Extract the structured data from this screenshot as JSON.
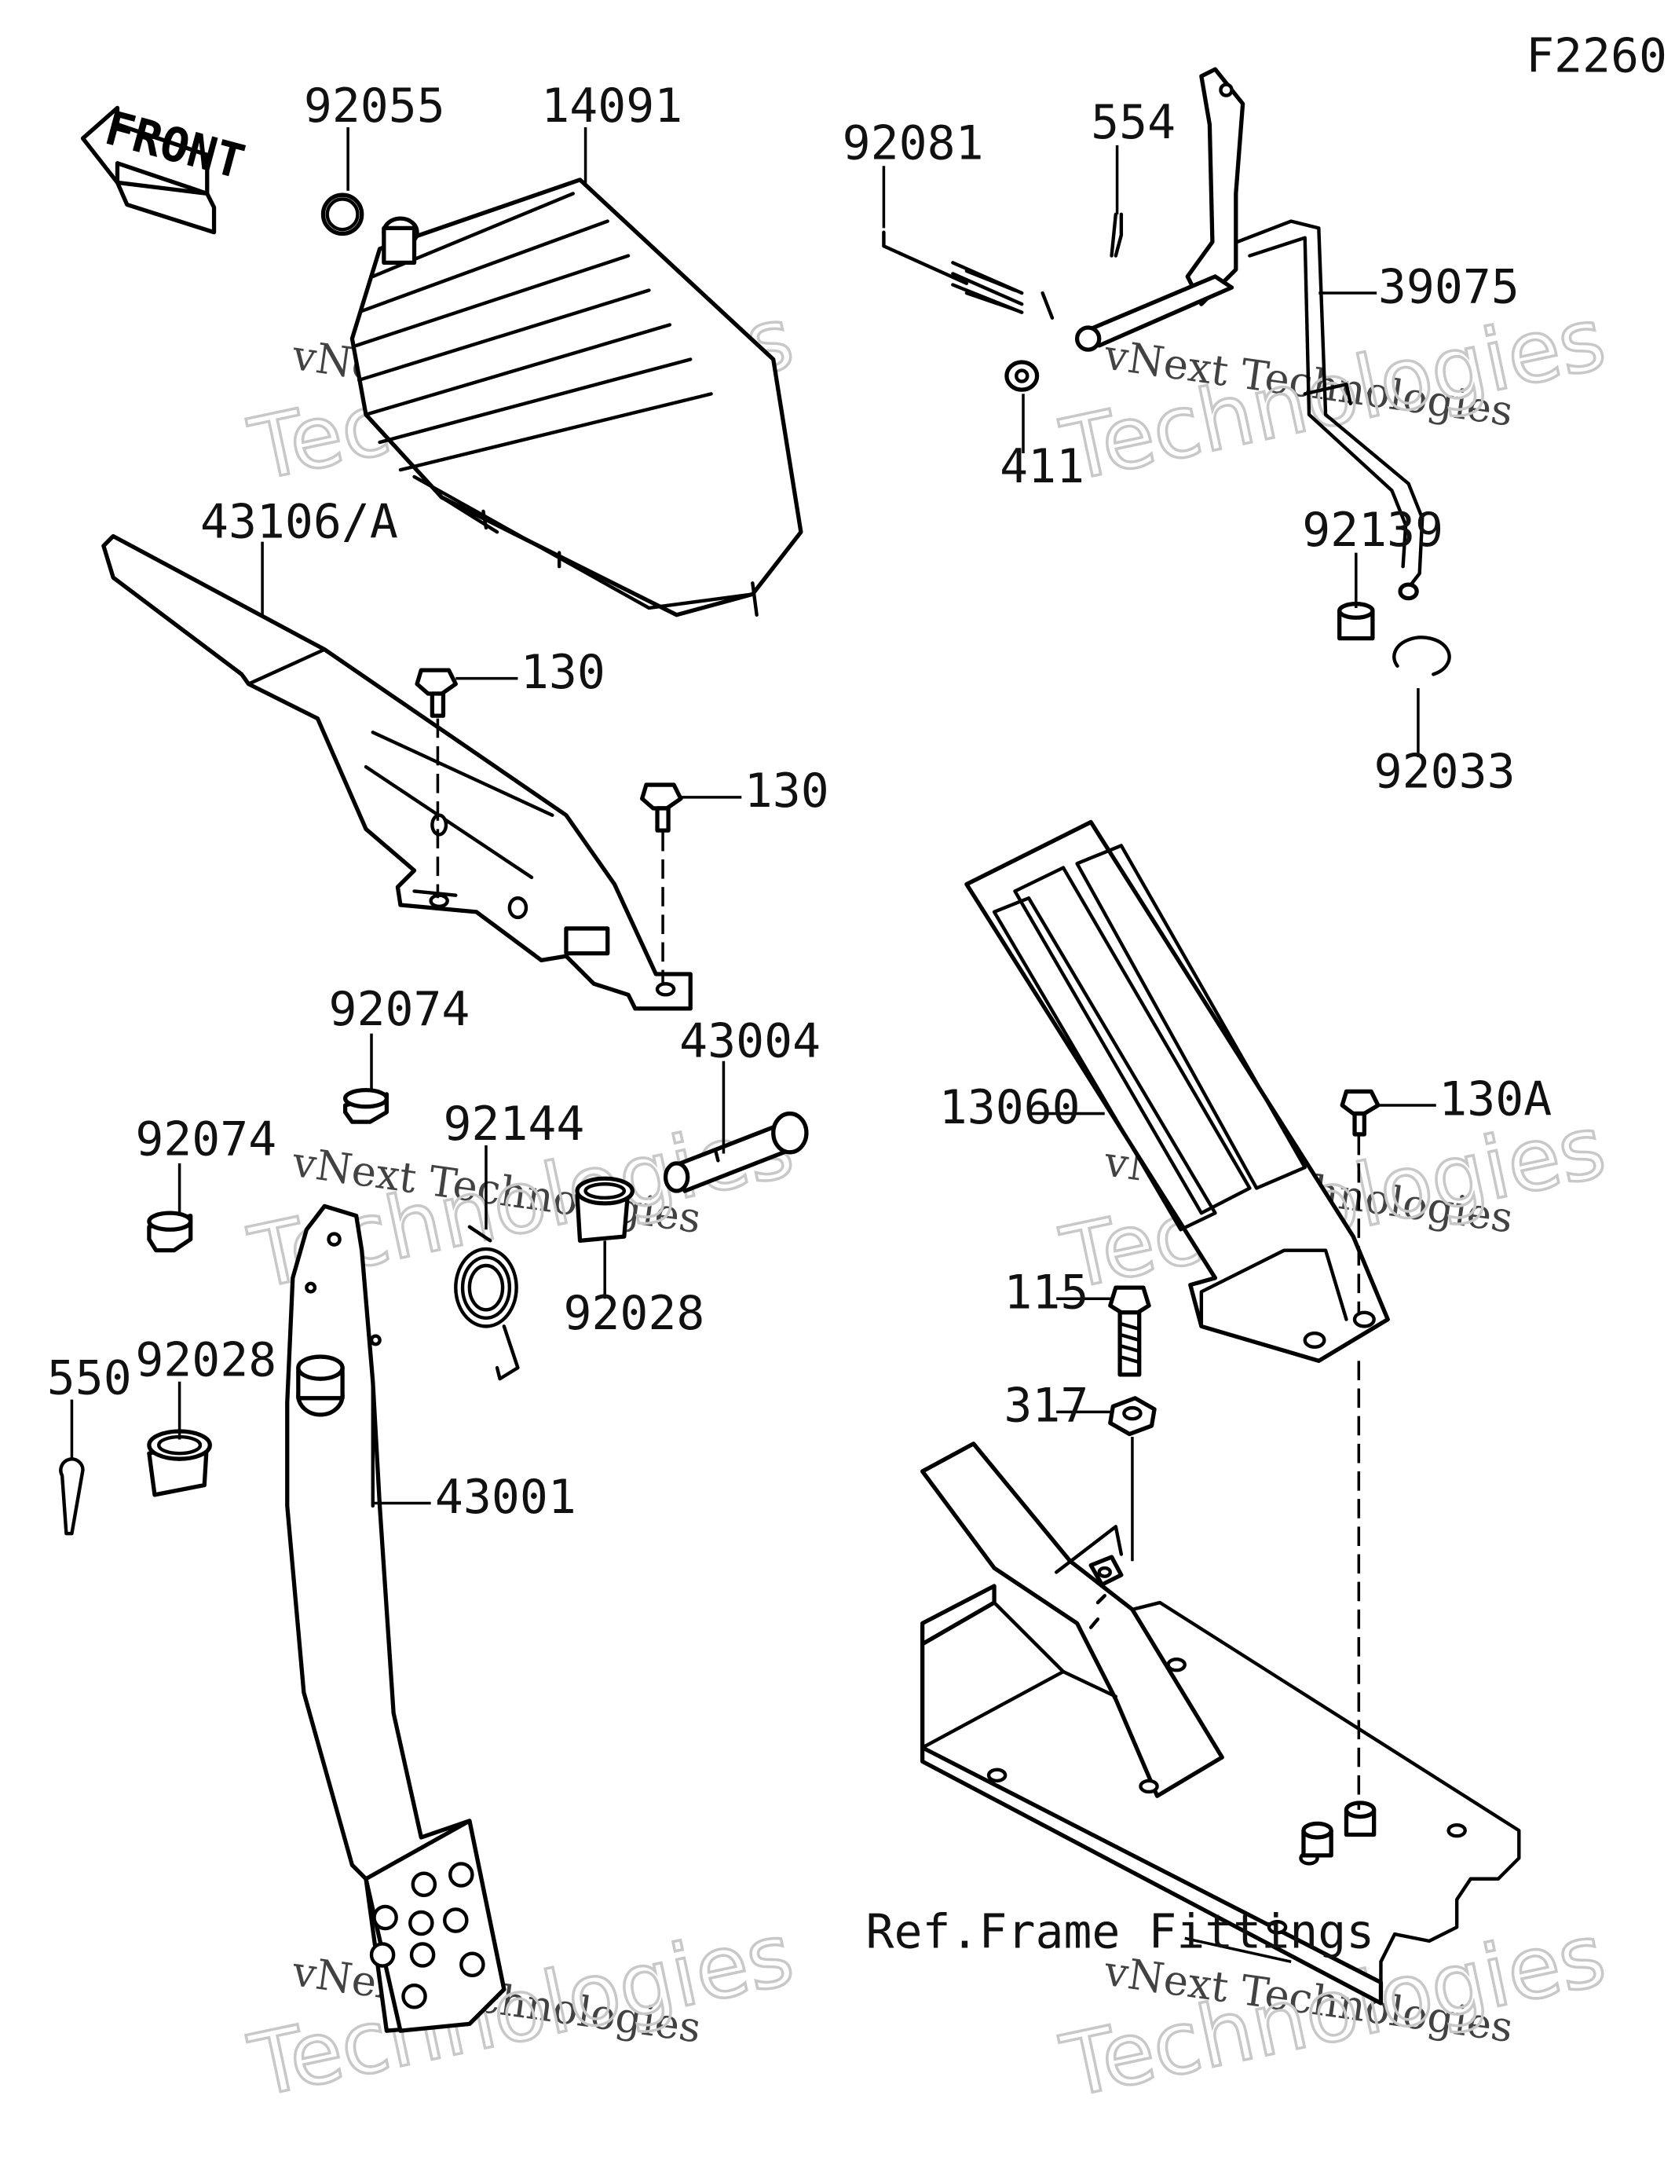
{
  "figure_id": "F2260",
  "front_label": "FRONT",
  "watermark": {
    "line1": "vNext Technologies",
    "line2": "Technologies"
  },
  "labels": [
    {
      "id": "92055",
      "text": "92055"
    },
    {
      "id": "14091",
      "text": "14091"
    },
    {
      "id": "92081",
      "text": "92081"
    },
    {
      "id": "554",
      "text": "554"
    },
    {
      "id": "39075",
      "text": "39075"
    },
    {
      "id": "411",
      "text": "411"
    },
    {
      "id": "43106A",
      "text": "43106/A"
    },
    {
      "id": "130a",
      "text": "130"
    },
    {
      "id": "130b",
      "text": "130"
    },
    {
      "id": "92139",
      "text": "92139"
    },
    {
      "id": "92033",
      "text": "92033"
    },
    {
      "id": "92074a",
      "text": "92074"
    },
    {
      "id": "92074b",
      "text": "92074"
    },
    {
      "id": "92144",
      "text": "92144"
    },
    {
      "id": "43004",
      "text": "43004"
    },
    {
      "id": "13060",
      "text": "13060"
    },
    {
      "id": "130A",
      "text": "130A"
    },
    {
      "id": "92028a",
      "text": "92028"
    },
    {
      "id": "92028b",
      "text": "92028"
    },
    {
      "id": "550",
      "text": "550"
    },
    {
      "id": "43001",
      "text": "43001"
    },
    {
      "id": "115",
      "text": "115"
    },
    {
      "id": "317",
      "text": "317"
    },
    {
      "id": "ref-frame",
      "text": "Ref.Frame Fittings"
    }
  ]
}
